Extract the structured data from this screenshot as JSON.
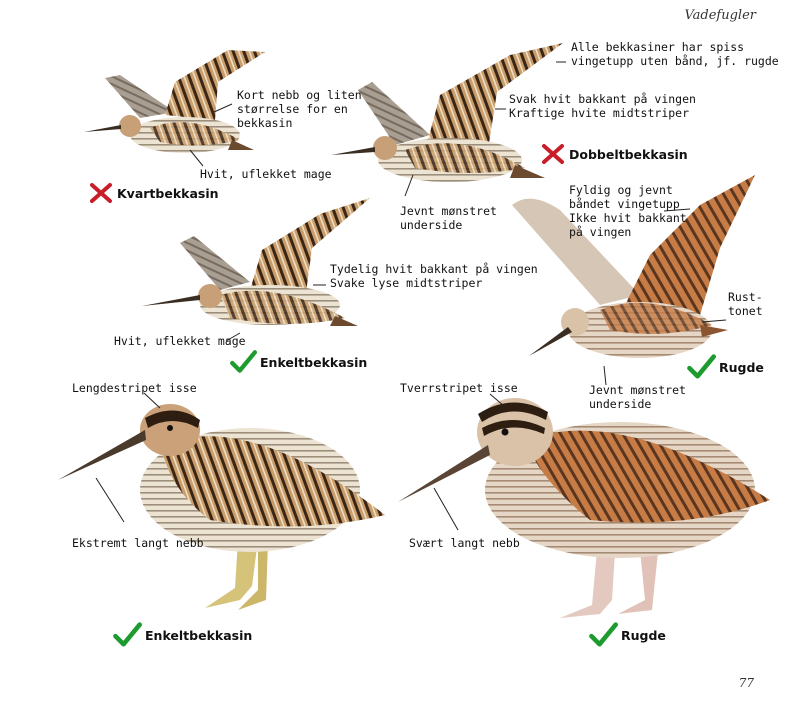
{
  "header": {
    "section": "Vadefugler",
    "page_number": "77"
  },
  "colors": {
    "check": "#1e9b2e",
    "cross": "#c81e2a",
    "ink": "#111111"
  },
  "annotations": {
    "kvart_bill": "Kort nebb og liten\nstørrelse for en\nbekkasin",
    "kvart_belly": "Hvit, uflekket mage",
    "dobbelt_tip": "Alle bekkasiner har spiss\nvingetupp uten bånd, jf. rugde",
    "dobbelt_wing": "Svak hvit bakkant på vingen\nKraftige hvite midtstriper",
    "dobbelt_under": "Jevnt mønstret\nunderside",
    "enkelt_wing": "Tydelig hvit bakkant på vingen\nSvake lyse midtstriper",
    "enkelt_belly": "Hvit, uflekket mage",
    "rugde_wingtip": "Fyldig og jevnt\nbåndet vingetupp\nIkke hvit bakkant\npå vingen",
    "rugde_rust": "Rust-\ntonet",
    "rugde_under": "Jevnt mønstret\nunderside",
    "enkelt_crown": "Lengdestripet isse",
    "enkelt_bill": "Ekstremt langt nebb",
    "rugde_crown": "Tverrstripet isse",
    "rugde_bill": "Svært langt nebb"
  },
  "species": {
    "kvartbekkasin": {
      "name": "Kvartbekkasin",
      "verdict": "cross-icon"
    },
    "dobbeltbekkasin": {
      "name": "Dobbeltbekkasin",
      "verdict": "cross-icon"
    },
    "enkeltbekkasin_flight": {
      "name": "Enkeltbekkasin",
      "verdict": "check-icon"
    },
    "rugde_flight": {
      "name": "Rugde",
      "verdict": "check-icon"
    },
    "enkeltbekkasin_standing": {
      "name": "Enkeltbekkasin",
      "verdict": "check-icon"
    },
    "rugde_standing": {
      "name": "Rugde",
      "verdict": "check-icon"
    }
  }
}
